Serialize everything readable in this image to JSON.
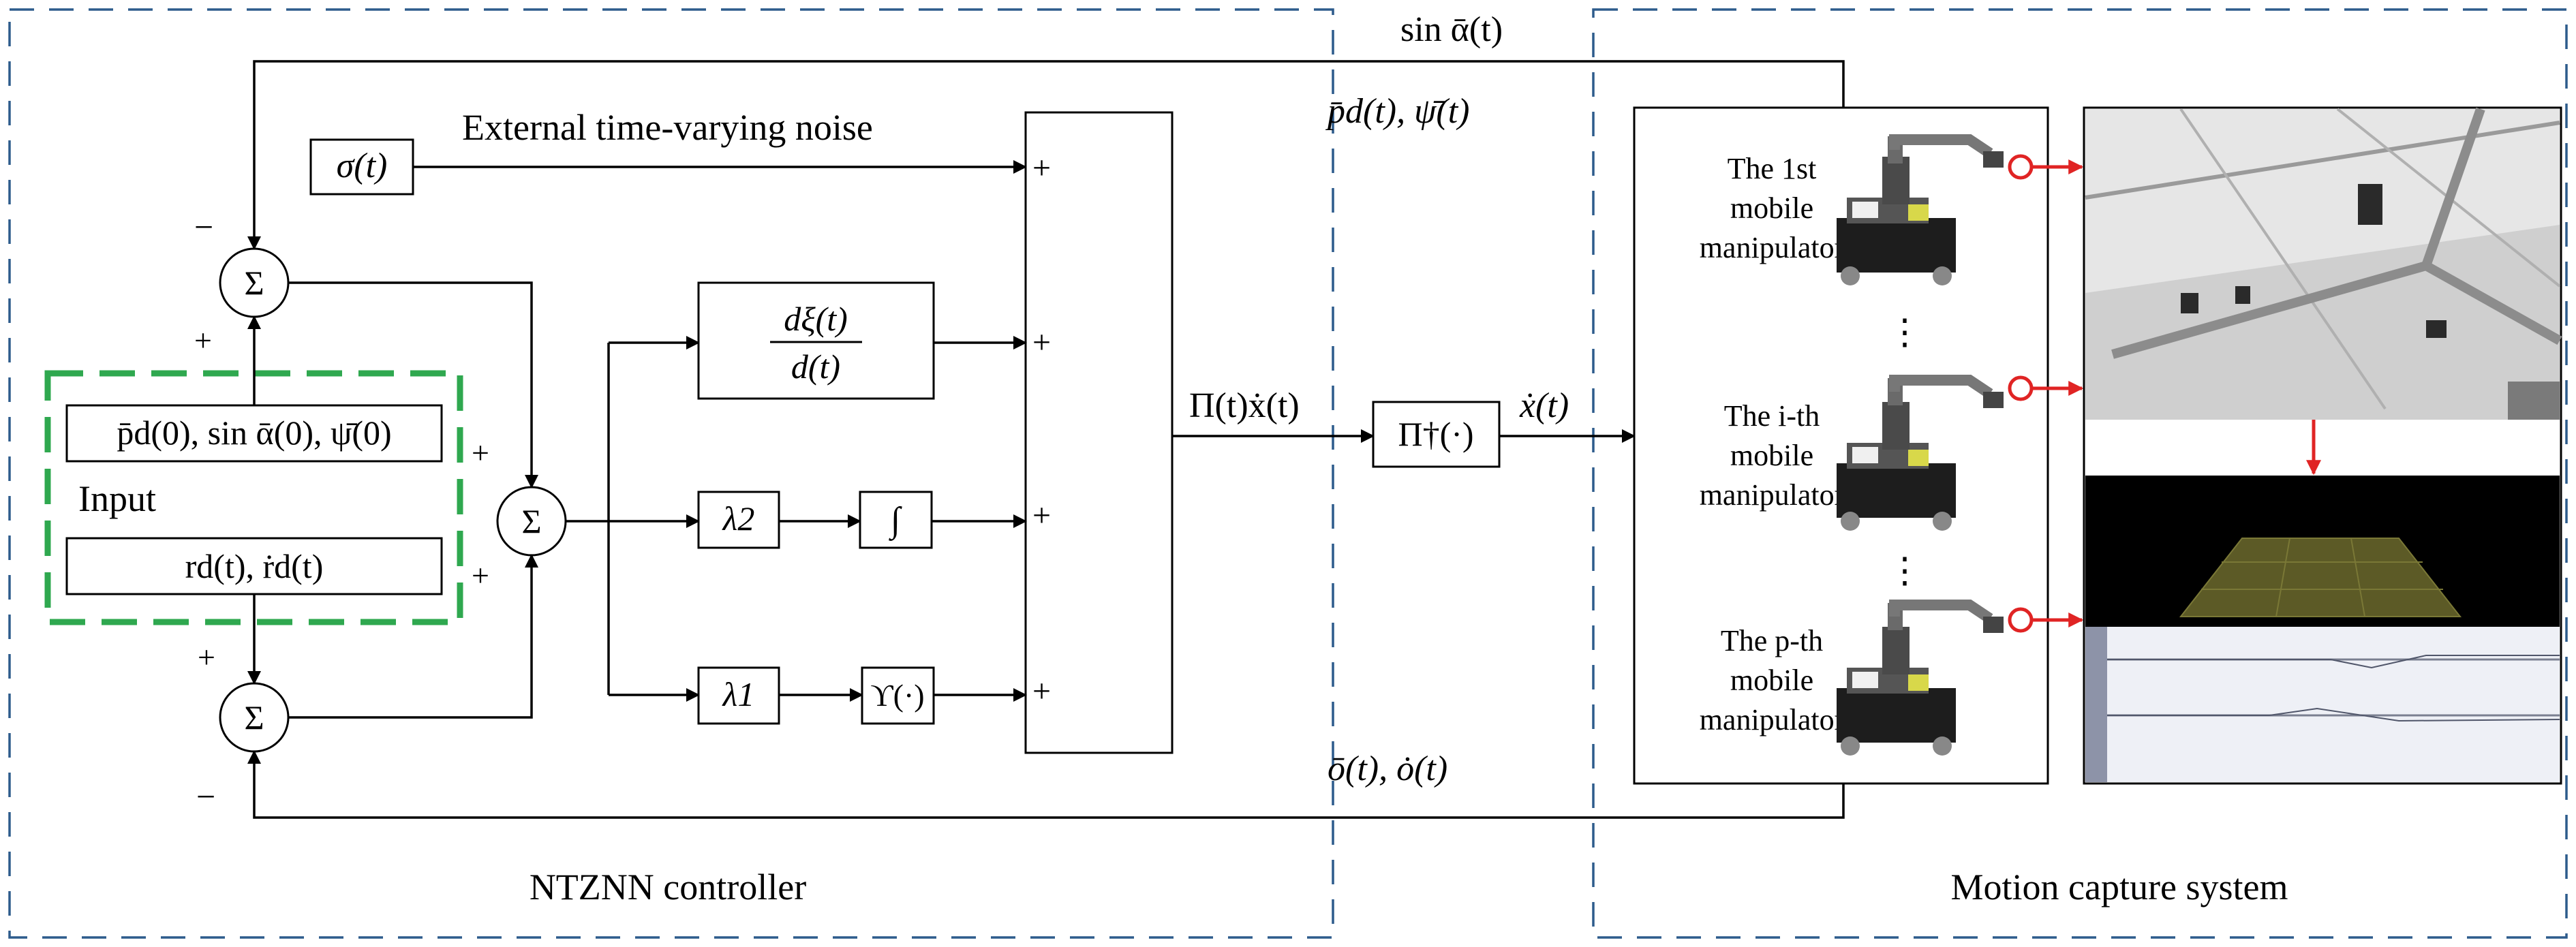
{
  "sections": {
    "controller": "NTZNN controller",
    "capture": "Motion capture system"
  },
  "signals": {
    "sin_alpha": "sin ᾱ(t)",
    "pd_psi": "p̄d(t), ψ̄(t)",
    "o_odot": "ō(t), ȯ(t)",
    "pi_x": "Π(t)ẋ(t)",
    "x_dot": "ẋ(t)"
  },
  "noise": {
    "label": "External time-varying noise",
    "block": "σ(t)"
  },
  "input": {
    "title": "Input",
    "initial": "p̄d(0), sin ᾱ(0), ψ̄(0)",
    "reference": "rd(t), ṙd(t)"
  },
  "blocks": {
    "derivative_num": "dξ(t)",
    "derivative_den": "d(t)",
    "lambda2": "λ2",
    "lambda1": "λ1",
    "integral": "∫",
    "upsilon": "ϒ(·)",
    "pseudo_inverse": "Π†(·)",
    "sigma": "Σ"
  },
  "signs": {
    "plus": "+",
    "minus": "−"
  },
  "robots": [
    {
      "line1": "The 1st",
      "line2": "mobile",
      "line3": "manipulator"
    },
    {
      "line1": "The i-th",
      "line2": "mobile",
      "line3": "manipulator"
    },
    {
      "line1": "The p-th",
      "line2": "mobile",
      "line3": "manipulator"
    }
  ],
  "ellipsis": "⋮",
  "colors": {
    "frame": "#2d5b8c",
    "input_frame": "#2fa84f",
    "red_arrow": "#e02424"
  }
}
